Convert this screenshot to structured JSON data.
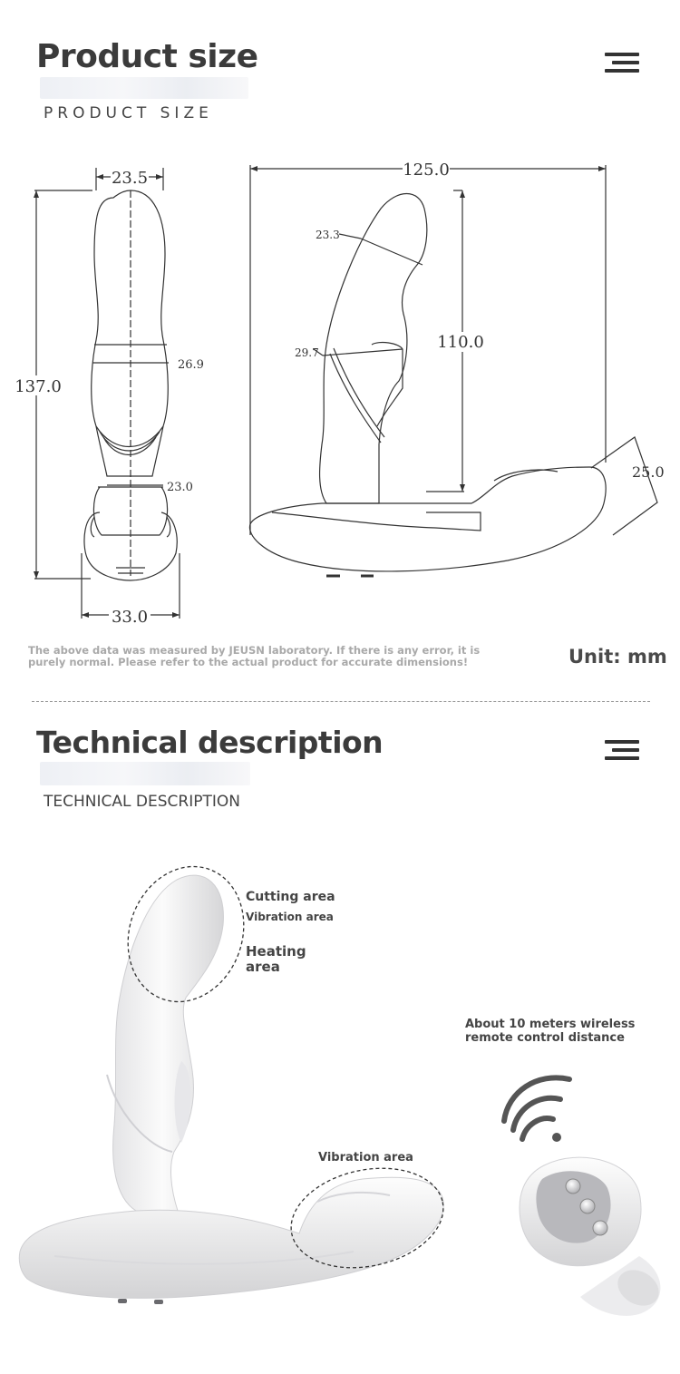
{
  "section1": {
    "title": "Product size",
    "subtitle": "PRODUCT SIZE",
    "menu_icon": "hamburger-icon",
    "dimensions": {
      "width_top": "23.5",
      "width_mid": "26.9",
      "width_neck": "23.0",
      "height_total": "137.0",
      "base_width": "33.0",
      "length_side": "125.0",
      "tip_thickness": "23.3",
      "shaft_thickness": "29.7",
      "insert_height": "110.0",
      "tail_thickness": "25.0"
    },
    "note": "The above data was measured by JEUSN laboratory. If there is any error, it is purely normal. Please refer to the actual product for accurate dimensions!",
    "unit": "Unit: mm"
  },
  "section2": {
    "title": "Technical description",
    "subtitle": "TECHNICAL DESCRIPTION",
    "menu_icon": "hamburger-icon",
    "label_cutting": "Cutting area",
    "label_vibration_top": "Vibration area",
    "label_heating": "Heating\narea",
    "label_remote": "About 10 meters wireless\nremote control distance",
    "label_vibration_bottom": "Vibration area",
    "remote_icons": [
      "power-icon",
      "mode-icon",
      "heat-icon"
    ]
  },
  "colors": {
    "title": "#3b3b3b",
    "note": "#a9a9a9",
    "line": "#333333"
  }
}
